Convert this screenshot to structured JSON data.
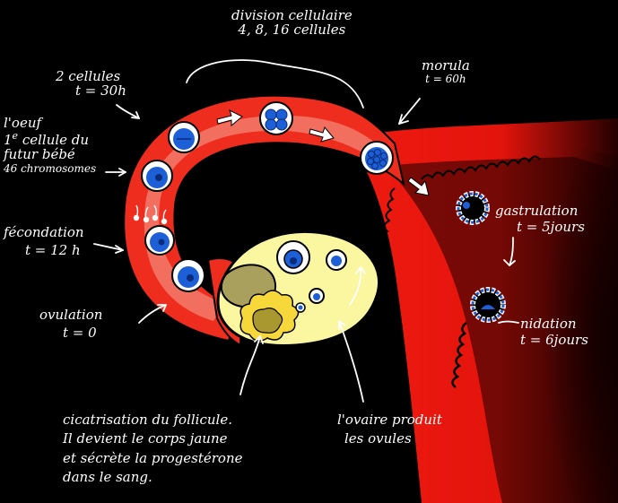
{
  "labels": {
    "division_line1": "division cellulaire",
    "division_line2": "4, 8, 16 cellules",
    "morula_line1": "morula",
    "morula_line2": "t = 60h",
    "deux_cellules_line1": "2 cellules",
    "deux_cellules_line2": "t = 30h",
    "oeuf_line1": "l'oeuf",
    "oeuf_line2_num": "1",
    "oeuf_line2_sup": "e",
    "oeuf_line2_rest": " cellule du",
    "oeuf_line3": "futur bébé",
    "oeuf_line4": "46 chromosomes",
    "fecondation_line1": "fécondation",
    "fecondation_line2": "t = 12 h",
    "ovulation_line1": "ovulation",
    "ovulation_line2": "t = 0",
    "gastrulation_line1": "gastrulation",
    "gastrulation_line2": "t = 5jours",
    "nidation_line1": "nidation",
    "nidation_line2": "t = 6jours",
    "cicatrisation_line1": "cicatrisation du follicule.",
    "cicatrisation_line2": "Il devient le corps jaune",
    "cicatrisation_line3": "et sécrète la progestérone",
    "cicatrisation_line4": "dans le sang.",
    "ovaire_line1": "l'ovaire produit",
    "ovaire_line2": "les ovules"
  },
  "colors": {
    "background": "#000000",
    "tube_outer": "#ee2d1f",
    "tube_inner": "#f26f5f",
    "ovary": "#fbf6a0",
    "cell_blue": "#1c5fd6",
    "corpus_luteum_outer": "#f7d83a",
    "corpus_luteum_inner": "#a9972f",
    "olive": "#a8a05c",
    "text": "#ffffff"
  }
}
